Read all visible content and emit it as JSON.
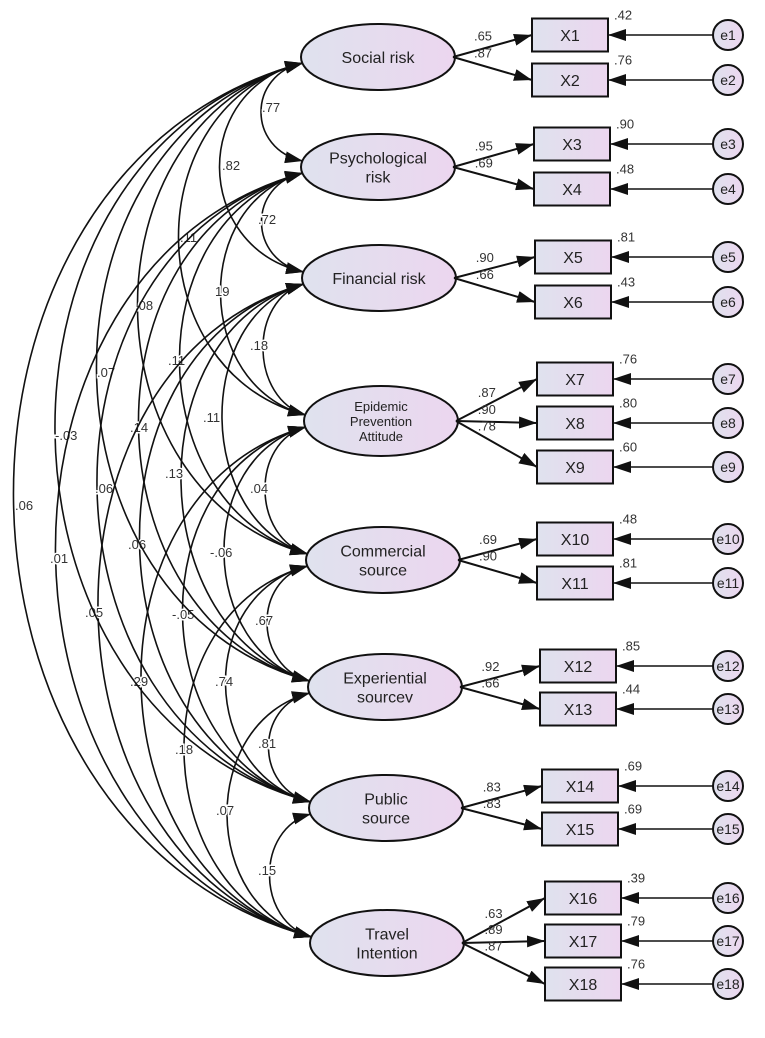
{
  "title": "Structural equation measurement model",
  "colors": {
    "fill_left": "#dfe2ee",
    "fill_right": "#ecd6ef",
    "stroke": "#111111"
  },
  "latents": [
    {
      "name": "Social risk",
      "lines": [
        "Social risk"
      ],
      "indicators": [
        {
          "name": "X1",
          "loading": ".65",
          "r2": ".42",
          "error": "e1"
        },
        {
          "name": "X2",
          "loading": ".87",
          "r2": ".76",
          "error": "e2"
        }
      ]
    },
    {
      "name": "Psychological risk",
      "lines": [
        "Psychological",
        "risk"
      ],
      "indicators": [
        {
          "name": "X3",
          "loading": ".95",
          "r2": ".90",
          "error": "e3"
        },
        {
          "name": "X4",
          "loading": ".69",
          "r2": ".48",
          "error": "e4"
        }
      ]
    },
    {
      "name": "Financial risk",
      "lines": [
        "Financial risk"
      ],
      "indicators": [
        {
          "name": "X5",
          "loading": ".90",
          "r2": ".81",
          "error": "e5"
        },
        {
          "name": "X6",
          "loading": ".66",
          "r2": ".43",
          "error": "e6"
        }
      ]
    },
    {
      "name": "Epidemic Prevention Attitude",
      "lines": [
        "Epidemic",
        "Prevention",
        "Attitude"
      ],
      "indicators": [
        {
          "name": "X7",
          "loading": ".87",
          "r2": ".76",
          "error": "e7"
        },
        {
          "name": "X8",
          "loading": ".90",
          "r2": ".80",
          "error": "e8"
        },
        {
          "name": "X9",
          "loading": ".78",
          "r2": ".60",
          "error": "e9"
        }
      ]
    },
    {
      "name": "Commercial source",
      "lines": [
        "Commercial",
        "source"
      ],
      "indicators": [
        {
          "name": "X10",
          "loading": ".69",
          "r2": ".48",
          "error": "e10"
        },
        {
          "name": "X11",
          "loading": ".90",
          "r2": ".81",
          "error": "e11"
        }
      ]
    },
    {
      "name": "Experiential sourcev",
      "lines": [
        "Experiential",
        "sourcev"
      ],
      "indicators": [
        {
          "name": "X12",
          "loading": ".92",
          "r2": ".85",
          "error": "e12"
        },
        {
          "name": "X13",
          "loading": ".66",
          "r2": ".44",
          "error": "e13"
        }
      ]
    },
    {
      "name": "Public source",
      "lines": [
        "Public",
        "source"
      ],
      "indicators": [
        {
          "name": "X14",
          "loading": ".83",
          "r2": ".69",
          "error": "e14"
        },
        {
          "name": "X15",
          "loading": ".83",
          "r2": ".69",
          "error": "e15"
        }
      ]
    },
    {
      "name": "Travel Intention",
      "lines": [
        "Travel",
        "Intention"
      ],
      "indicators": [
        {
          "name": "X16",
          "loading": ".63",
          "r2": ".39",
          "error": "e16"
        },
        {
          "name": "X17",
          "loading": ".89",
          "r2": ".79",
          "error": "e17"
        },
        {
          "name": "X18",
          "loading": ".87",
          "r2": ".76",
          "error": "e18"
        }
      ]
    }
  ],
  "covariances": [
    {
      "from": 0,
      "to": 1,
      "value": ".77"
    },
    {
      "from": 1,
      "to": 2,
      "value": ".72"
    },
    {
      "from": 2,
      "to": 3,
      "value": ".18"
    },
    {
      "from": 3,
      "to": 4,
      "value": ".04"
    },
    {
      "from": 4,
      "to": 5,
      "value": ".67"
    },
    {
      "from": 5,
      "to": 6,
      "value": ".81"
    },
    {
      "from": 6,
      "to": 7,
      "value": ".15"
    },
    {
      "from": 0,
      "to": 2,
      "value": ".82"
    },
    {
      "from": 1,
      "to": 3,
      "value": "19"
    },
    {
      "from": 2,
      "to": 4,
      "value": ".11"
    },
    {
      "from": 3,
      "to": 5,
      "value": "-.06"
    },
    {
      "from": 4,
      "to": 6,
      "value": ".74"
    },
    {
      "from": 5,
      "to": 7,
      "value": ".07"
    },
    {
      "from": 0,
      "to": 3,
      "value": ".11"
    },
    {
      "from": 1,
      "to": 4,
      "value": ".11"
    },
    {
      "from": 2,
      "to": 5,
      "value": ".13"
    },
    {
      "from": 3,
      "to": 6,
      "value": "-.05"
    },
    {
      "from": 4,
      "to": 7,
      "value": ".18"
    },
    {
      "from": 0,
      "to": 4,
      "value": ".08"
    },
    {
      "from": 1,
      "to": 5,
      "value": ".14"
    },
    {
      "from": 2,
      "to": 6,
      "value": ".06"
    },
    {
      "from": 3,
      "to": 7,
      "value": ".29"
    },
    {
      "from": 0,
      "to": 5,
      "value": ".07"
    },
    {
      "from": 1,
      "to": 6,
      "value": ".06"
    },
    {
      "from": 2,
      "to": 7,
      "value": ".05"
    },
    {
      "from": 0,
      "to": 6,
      "value": "-.03"
    },
    {
      "from": 1,
      "to": 7,
      "value": ".01"
    },
    {
      "from": 0,
      "to": 7,
      "value": ".06"
    }
  ]
}
